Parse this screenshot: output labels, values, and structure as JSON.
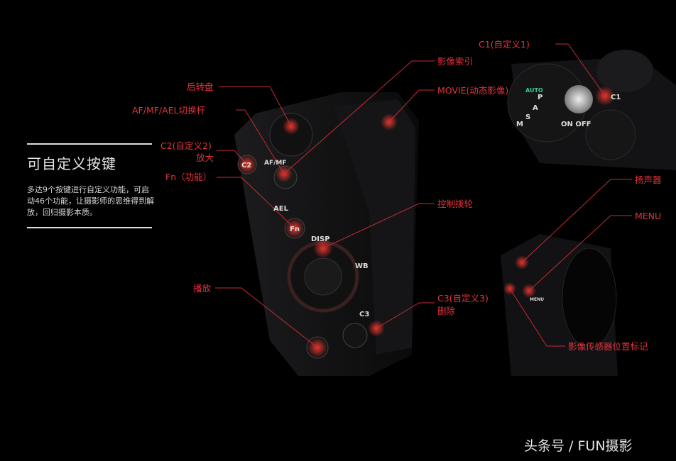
{
  "panel": {
    "title": "可自定义按键",
    "description": "多达9个按键进行自定义功能，可启动46个功能，让摄影师的思维得到解放，回归摄影本质。"
  },
  "labels": {
    "rear_dial": "后转盘",
    "af_mf_ael": "AF/MF/AEL切换杆",
    "c2": "C2(自定义2)",
    "zoom": "放大",
    "fn": "Fn（功能）",
    "playback": "播放",
    "image_index": "影像索引",
    "movie": "MOVIE(动态影像)",
    "c1": "C1(自定义1)",
    "control_wheel": "控制拨轮",
    "c3": "C3(自定义3)",
    "delete": "删除",
    "speaker": "扬声器",
    "menu": "MENU",
    "sensor_mark": "影像传感器位置标记"
  },
  "camera_marks": {
    "c2": "C2",
    "af_mf": "AF/MF",
    "ael": "AEL",
    "fn": "Fn",
    "disp": "DISP",
    "wb": "WB",
    "c3": "C3",
    "on_off": "ON OFF",
    "c1": "C1",
    "menu": "MENU",
    "mode_dial": [
      "AUTO",
      "P",
      "A",
      "S",
      "M"
    ]
  },
  "watermark": "头条号 / FUN摄影",
  "colors": {
    "accent": "#e2333d",
    "background": "#000000"
  }
}
